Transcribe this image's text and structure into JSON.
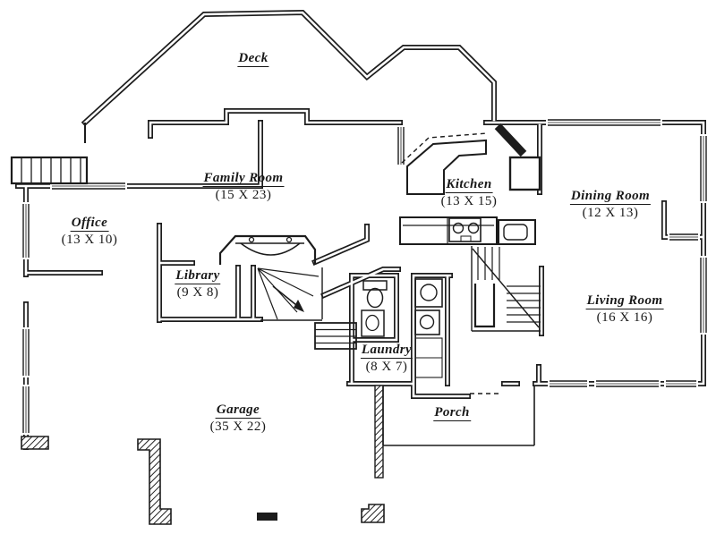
{
  "colors": {
    "ink": "#1c1c1c",
    "paper": "#ffffff"
  },
  "rooms": [
    {
      "name": "Deck"
    },
    {
      "name": "Family Room",
      "dims": "(15 X 23)"
    },
    {
      "name": "Kitchen",
      "dims": "(13 X 15)"
    },
    {
      "name": "Dining Room",
      "dims": "(12 X 13)"
    },
    {
      "name": "Office",
      "dims": "(13 X 10)"
    },
    {
      "name": "Library",
      "dims": "(9 X 8)"
    },
    {
      "name": "Living Room",
      "dims": "(16 X 16)"
    },
    {
      "name": "Laundry",
      "dims": "(8 X 7)"
    },
    {
      "name": "Garage",
      "dims": "(35 X 22)"
    },
    {
      "name": "Porch"
    }
  ],
  "fixtures": [
    "entry-steps",
    "fireplace",
    "curved-staircase",
    "hall-steps",
    "main-staircase",
    "kitchen-counter",
    "stove",
    "kitchen-sink",
    "kitchen-island",
    "chimney",
    "toilet",
    "bath-sink",
    "washer",
    "dryer",
    "porch-outline",
    "garage-pillars"
  ]
}
